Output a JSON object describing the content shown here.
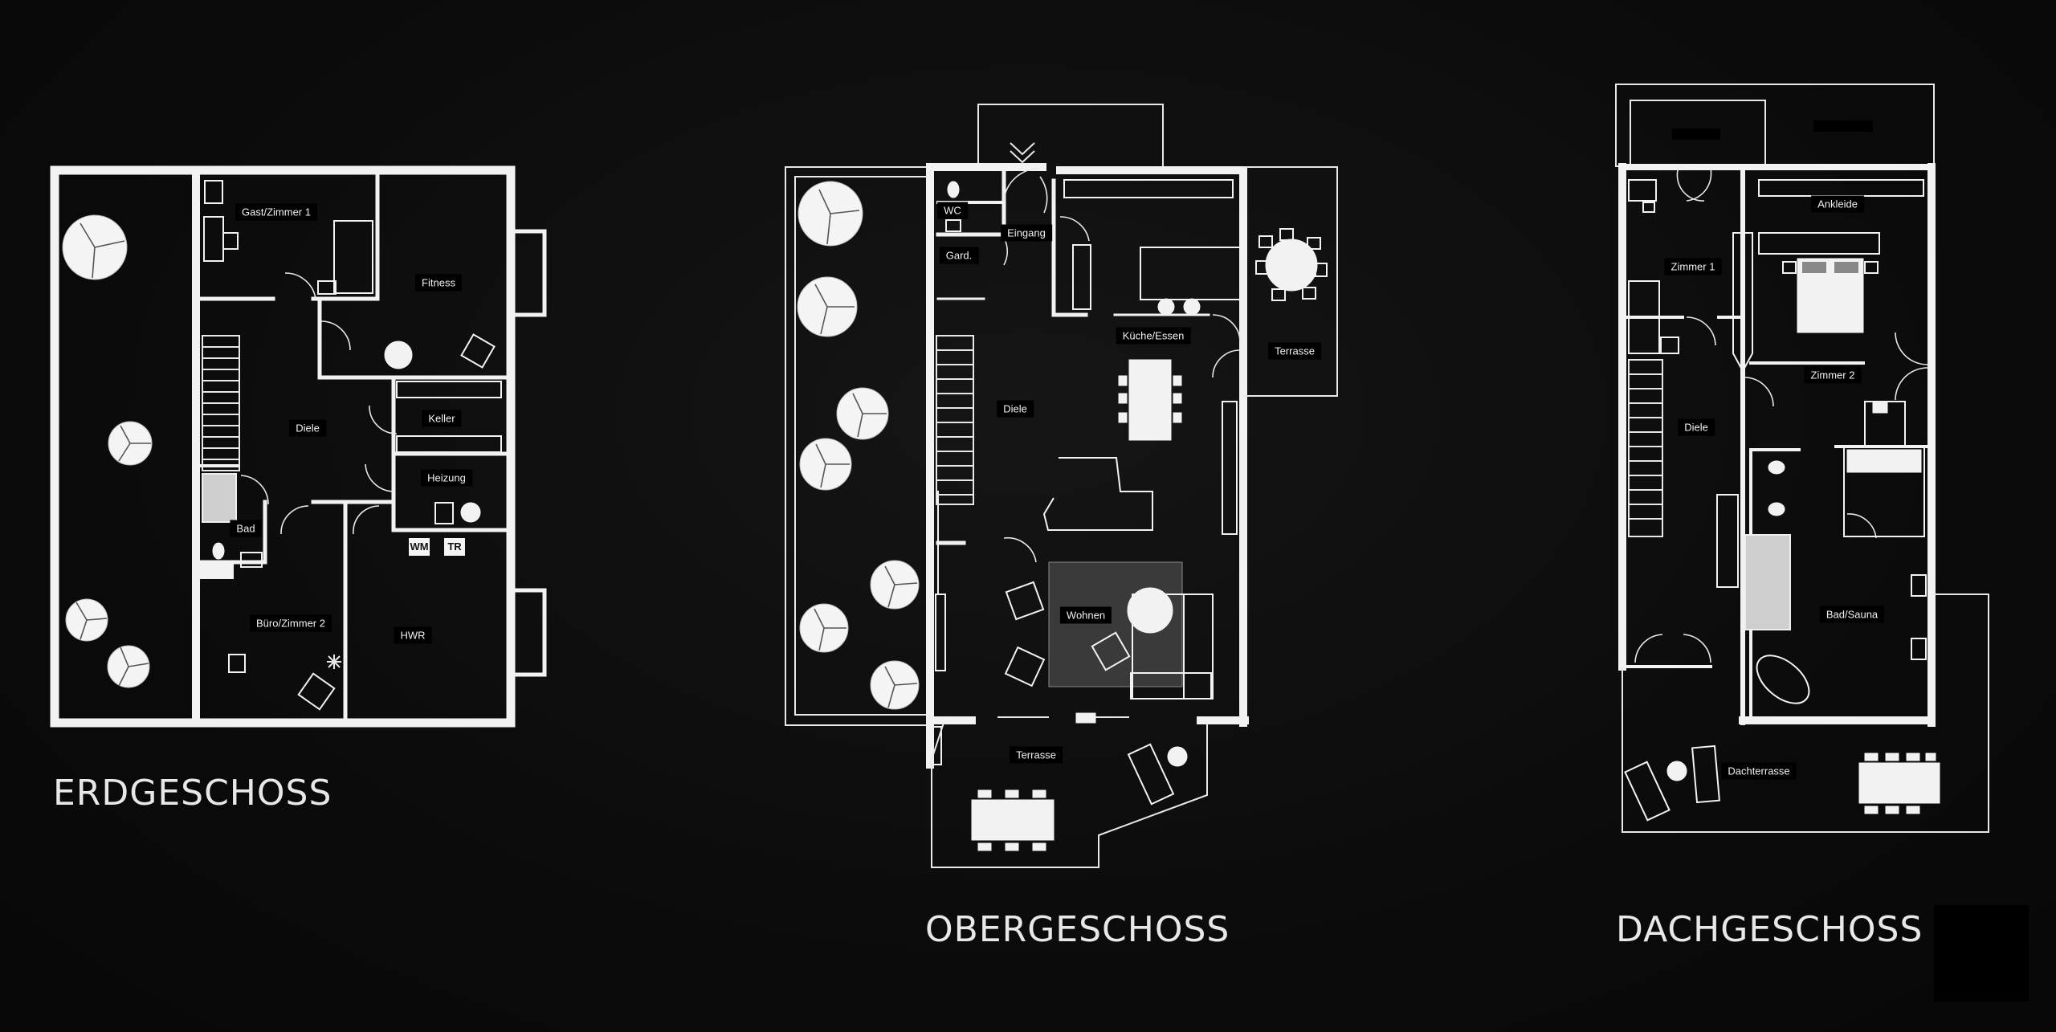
{
  "floors": [
    {
      "title": "ERDGESCHOSS",
      "rooms": [
        "Gast/Zimmer 1",
        "Fitness",
        "Keller",
        "Diele",
        "Heizung",
        "Bad",
        "Büro/Zimmer 2",
        "HWR"
      ],
      "appliances": [
        "WM",
        "TR"
      ]
    },
    {
      "title": "OBERGESCHOSS",
      "rooms": [
        "WC",
        "Eingang",
        "Gard.",
        "Küche/Essen",
        "Terrasse",
        "Diele",
        "Wohnen",
        "Terrasse"
      ]
    },
    {
      "title": "DACHGESCHOSS",
      "rooms": [
        "Ankleide",
        "Zimmer 1",
        "Zimmer 2",
        "Diele",
        "Bad/Sauna",
        "Dachterrasse"
      ]
    }
  ],
  "colors": {
    "background": "#0b0b0b",
    "lines": "#f2f2f2"
  }
}
